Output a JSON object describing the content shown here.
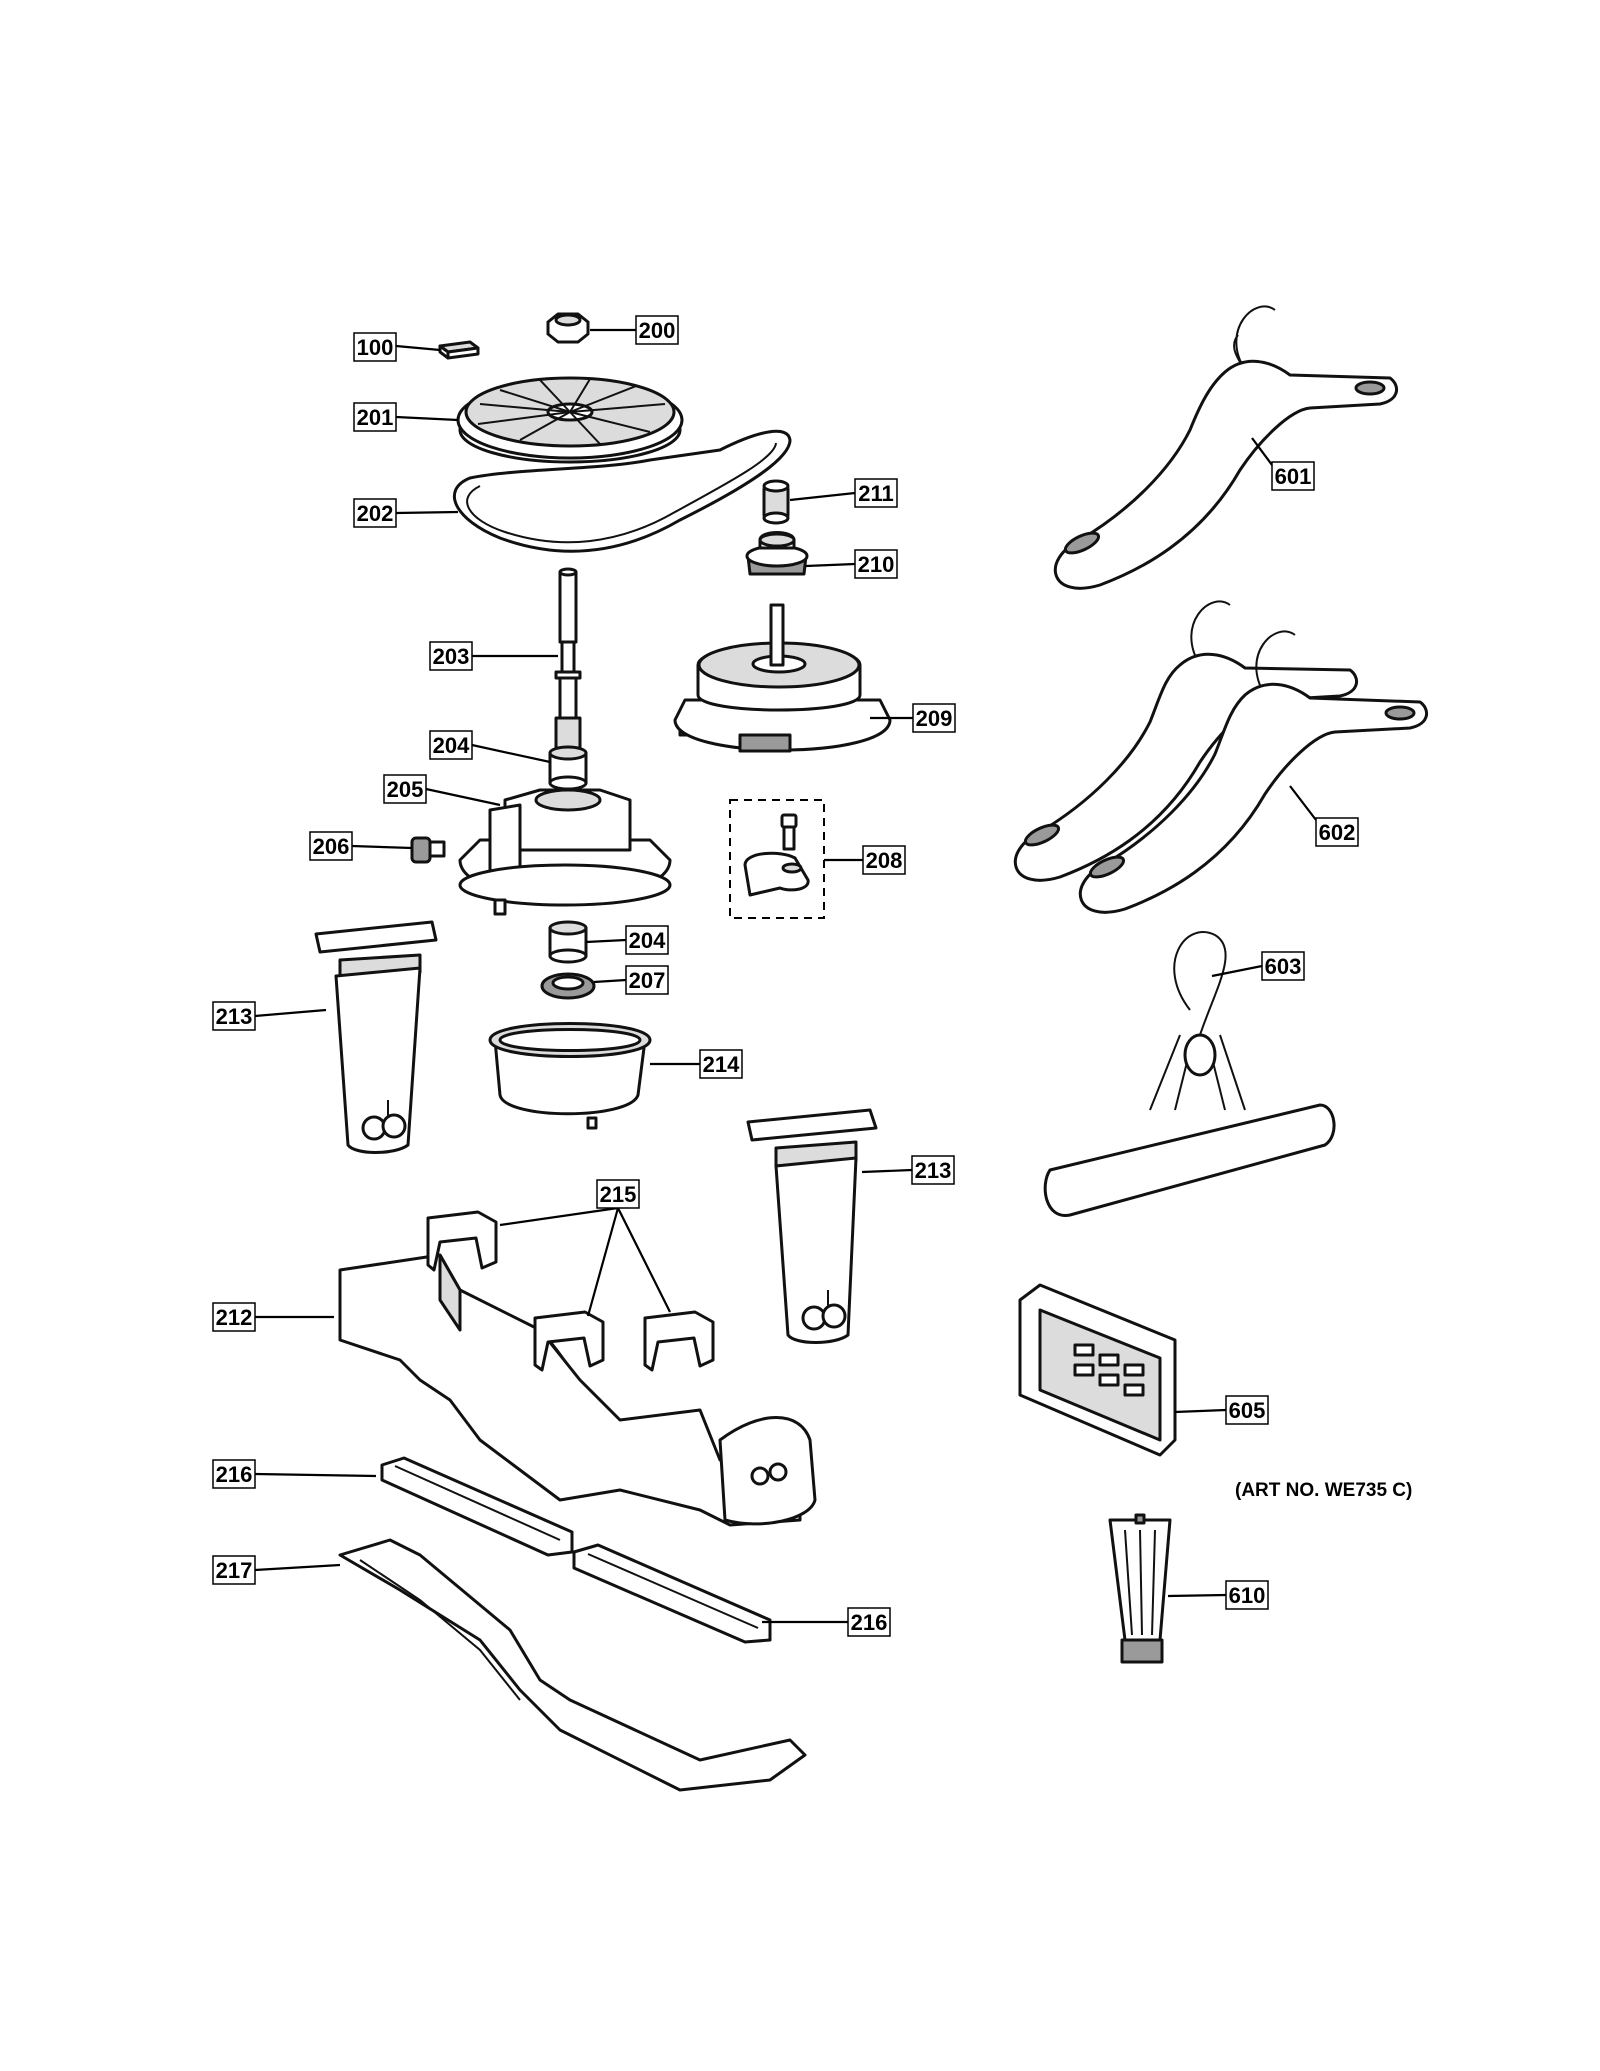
{
  "diagram": {
    "art_number": "(ART NO. WE735 C)",
    "callouts": [
      "100",
      "200",
      "201",
      "202",
      "211",
      "210",
      "203",
      "209",
      "204",
      "205",
      "206",
      "208",
      "204",
      "207",
      "213",
      "214",
      "213",
      "215",
      "212",
      "216",
      "217",
      "216",
      "601",
      "602",
      "603",
      "605",
      "610"
    ]
  }
}
